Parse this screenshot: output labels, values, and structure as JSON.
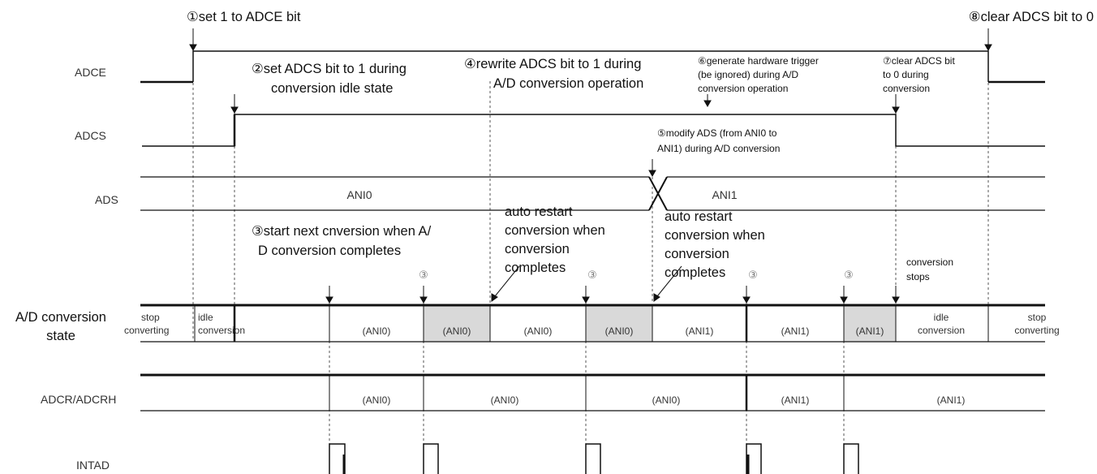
{
  "signals": {
    "adce": "ADCE",
    "adcs": "ADCS",
    "ads": "ADS",
    "state_line1": "A/D conversion",
    "state_line2": "state",
    "adcr": "ADCR/ADCRH",
    "intad": "INTAD"
  },
  "annotations": {
    "n1": "①set 1 to ADCE bit",
    "n8": "⑧clear ADCS bit to 0",
    "n2_line1": "②set ADCS bit to 1 during",
    "n2_line2": "conversion idle state",
    "n4_line1": "④rewrite ADCS bit to 1 during",
    "n4_line2": "A/D conversion operation",
    "n6_line1": "⑥generate hardware trigger",
    "n6_line2": "(be ignored) during A/D",
    "n6_line3": "conversion operation",
    "n7_line1": "⑦clear ADCS bit",
    "n7_line2": "to 0 during",
    "n7_line3": "conversion",
    "n5_line1": "⑤modify ADS (from ANI0 to",
    "n5_line2": "ANI1) during A/D conversion",
    "n3_line1": "③start next cnversion when A/",
    "n3_line2": "D conversion completes",
    "auto1_line1": "auto restart",
    "auto1_line2": "conversion when",
    "auto1_line3": "conversion",
    "auto1_line4": "completes",
    "auto2_line1": "auto restart",
    "auto2_line2": "conversion when",
    "auto2_line3": "conversion",
    "auto2_line4": "completes",
    "stops_line1": "conversion",
    "stops_line2": "stops",
    "circled3": "③"
  },
  "ads_values": {
    "first": "ANI0",
    "second": "ANI1"
  },
  "state_cells": {
    "stop1_line1": "stop",
    "stop1_line2": "converting",
    "idle1_line1": "idle",
    "idle1_line2": "conversion",
    "c1": "(ANI0)",
    "c2": "(ANI0)",
    "c3": "(ANI0)",
    "c4": "(ANI0)",
    "c5": "(ANI1)",
    "c6": "(ANI1)",
    "c7": "(ANI1)",
    "idle2_line1": "idle",
    "idle2_line2": "conversion",
    "stop2_line1": "stop",
    "stop2_line2": "converting"
  },
  "adcr_cells": {
    "r1": "(ANI0)",
    "r2": "(ANI0)",
    "r3": "(ANI0)",
    "r4": "(ANI1)",
    "r5": "(ANI1)"
  },
  "colors": {
    "line": "#111111",
    "guide": "#555555",
    "shaded_cell": "#d9d9d9"
  }
}
